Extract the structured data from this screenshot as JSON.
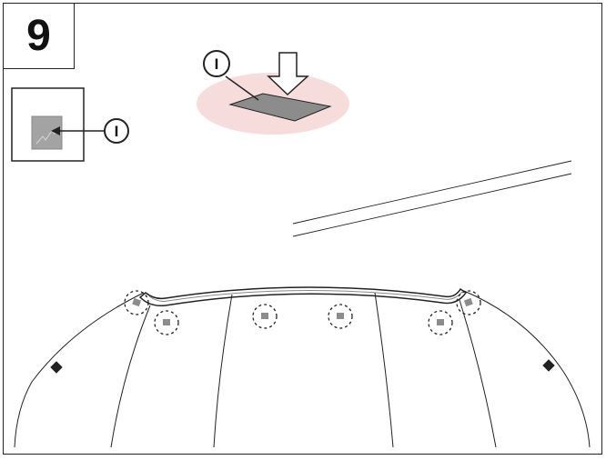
{
  "step": {
    "number": "9"
  },
  "callouts": {
    "primary_label": "I",
    "inset_label": "I"
  },
  "colors": {
    "line": "#222222",
    "pad": "#8c8c8c",
    "highlight": "#f7dcdc",
    "insert_tile": "#9a9a9a"
  }
}
